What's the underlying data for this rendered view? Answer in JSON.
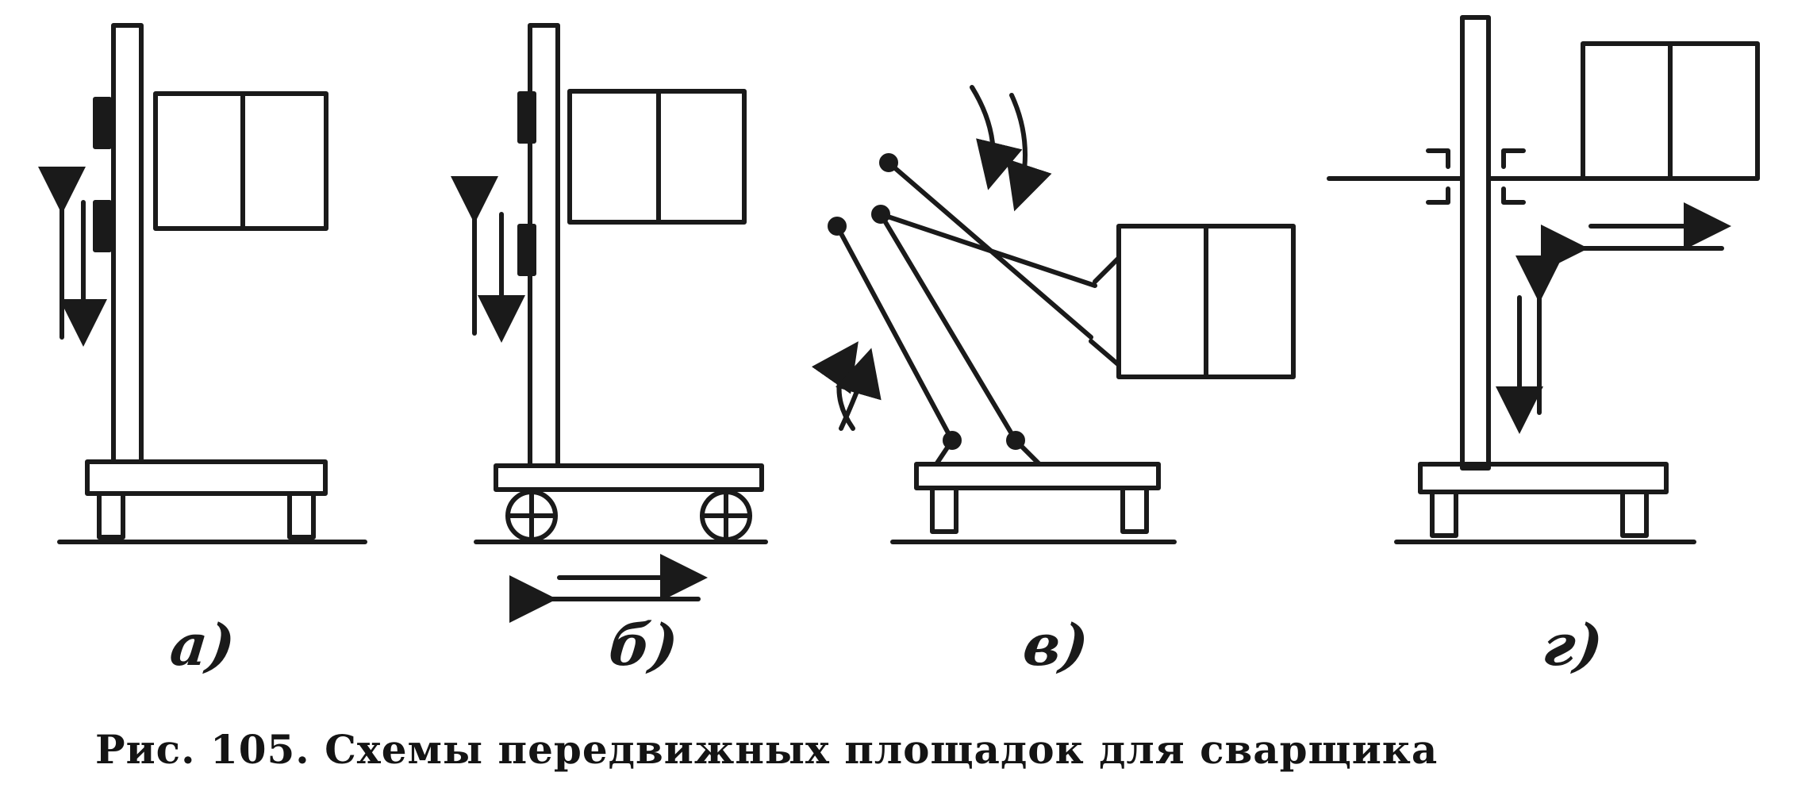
{
  "figure": {
    "panels": [
      {
        "id": "a",
        "label": "а)"
      },
      {
        "id": "b",
        "label": "б)"
      },
      {
        "id": "v",
        "label": "в)"
      },
      {
        "id": "g",
        "label": "г)"
      }
    ],
    "caption": "Рис. 105. Схемы передвижных площадок для сварщика"
  }
}
